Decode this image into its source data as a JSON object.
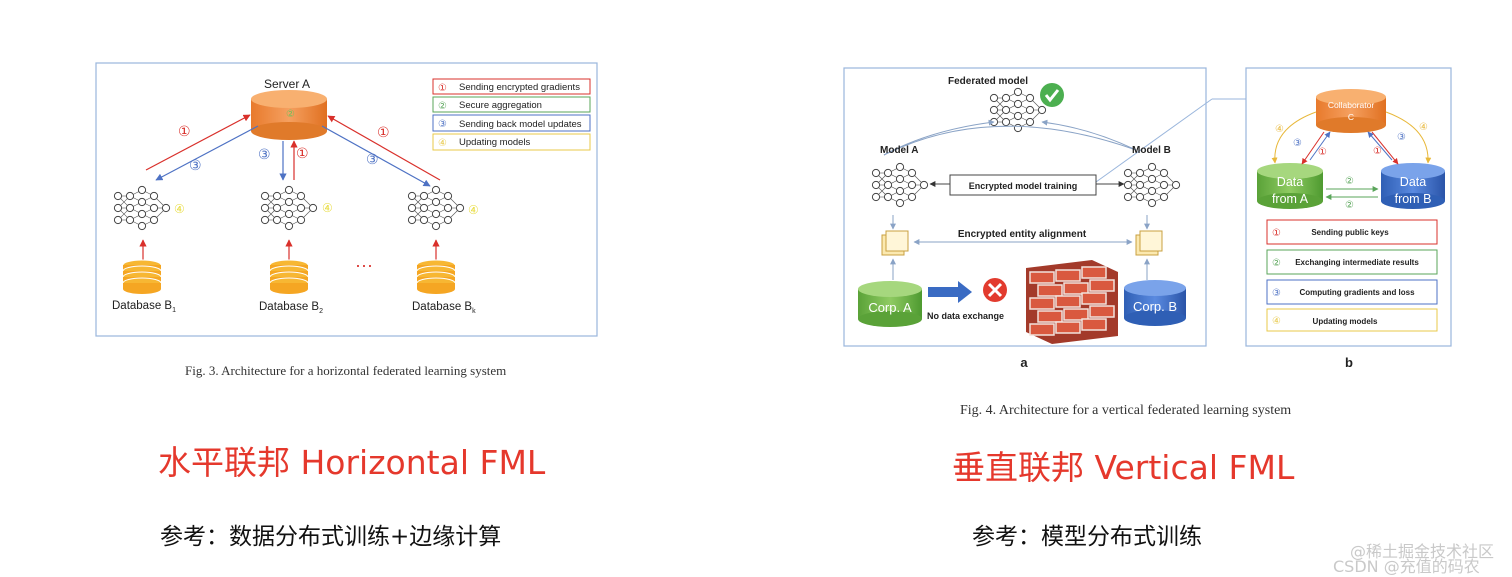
{
  "colors": {
    "server_orange": "#f08a3c",
    "db_orange": "#f5a623",
    "arrow_red": "#d9302b",
    "arrow_blue": "#4e72c4",
    "legend_green": "#5aa55a",
    "legend_yellow": "#e8c94a",
    "heading_red": "#e5382c",
    "frame_blue": "#9ab6dc",
    "corp_green": "#74b84a",
    "corp_blue": "#3a6bc3"
  },
  "horizontal": {
    "server_label": "Server A",
    "legend": [
      {
        "num": "①",
        "text": "Sending encrypted gradients"
      },
      {
        "num": "②",
        "text": "Secure aggregation"
      },
      {
        "num": "③",
        "text": "Sending back model updates"
      },
      {
        "num": "④",
        "text": "Updating models"
      }
    ],
    "arrow_labels": {
      "one": "①",
      "three": "③",
      "four": "④"
    },
    "databases": [
      {
        "base": "Database B",
        "sub": "1"
      },
      {
        "base": "Database B",
        "sub": "2"
      },
      {
        "base": "Database B",
        "sub": "k"
      }
    ],
    "ellipsis": "···",
    "caption": "Fig. 3.  Architecture for a horizontal federated learning system"
  },
  "vertical": {
    "federated_model_label": "Federated model",
    "model_a_label": "Model A",
    "model_b_label": "Model B",
    "training_label": "Encrypted model training",
    "alignment_label": "Encrypted entity alignment",
    "corp_a": "Corp. A",
    "corp_b": "Corp. B",
    "no_exchange_label": "No data exchange",
    "panel_a_label": "a",
    "panel_b_label": "b",
    "collaborator": {
      "line1": "Collaborator",
      "line2": "C"
    },
    "data_a": {
      "line1": "Data",
      "line2": "from A"
    },
    "data_b": {
      "line1": "Data",
      "line2": "from B"
    },
    "step_nums": {
      "one": "①",
      "two": "②",
      "three": "③",
      "four": "④"
    },
    "legend": [
      {
        "num": "①",
        "text": "Sending public keys"
      },
      {
        "num": "②",
        "text": "Exchanging intermediate results"
      },
      {
        "num": "③",
        "text": "Computing gradients and loss"
      },
      {
        "num": "④",
        "text": "Updating models"
      }
    ],
    "caption": "Fig. 4.  Architecture for a vertical federated learning system"
  },
  "headings": {
    "horizontal": "水平联邦 Horizontal FML",
    "vertical": "垂直联邦 Vertical FML"
  },
  "refs": {
    "horizontal": "参考：数据分布式训练+边缘计算",
    "vertical": "参考：模型分布式训练"
  },
  "watermark": {
    "line1": "@稀土掘金技术社区",
    "line2": "CSDN @充值的码农"
  }
}
